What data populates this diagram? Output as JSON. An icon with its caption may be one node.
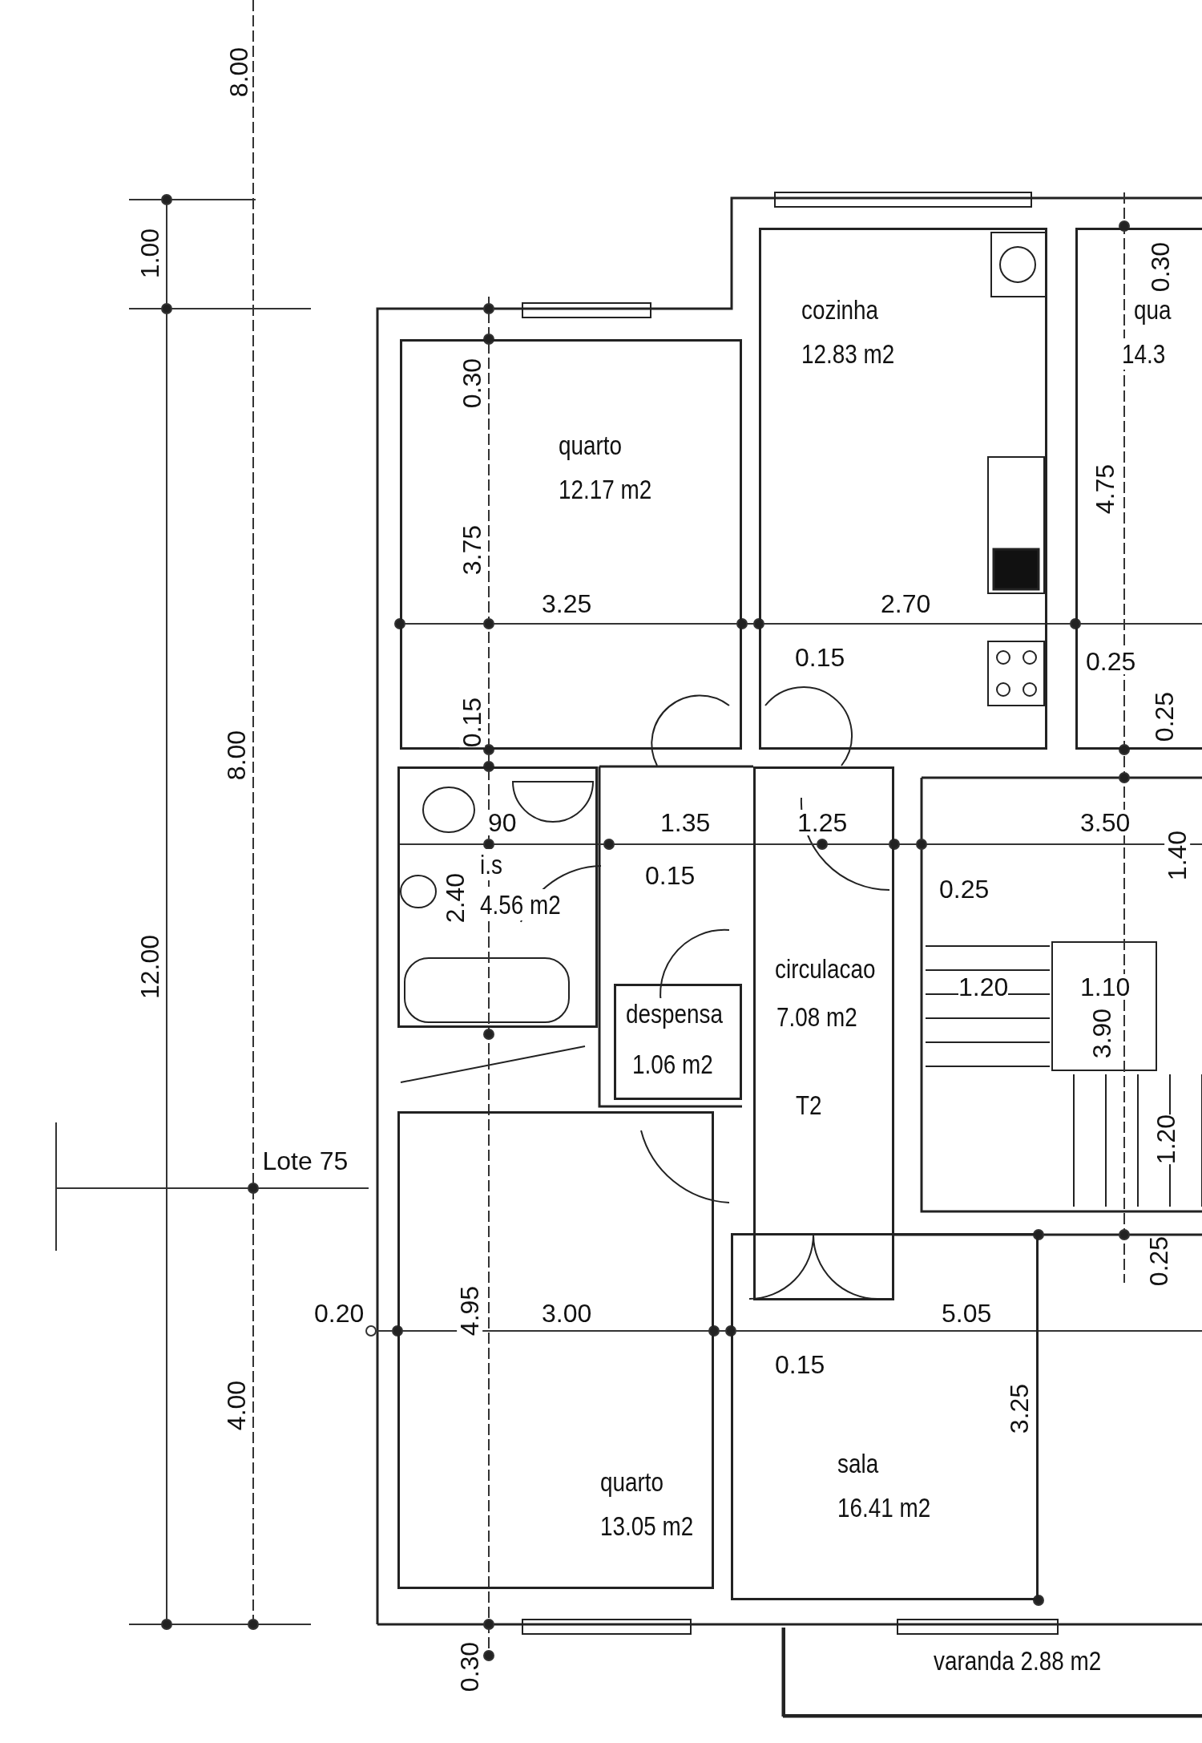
{
  "diagram": {
    "nodes": [
      {
        "text": [
          "quarto",
          "12.17 m2"
        ]
      },
      {
        "text": [
          "cozinha",
          "12.83 m2"
        ]
      },
      {
        "text": [
          "qua",
          "14.3"
        ]
      },
      {
        "text": [
          "i.s",
          "4.56 m2"
        ]
      },
      {
        "text": [
          "despensa",
          "1.06 m2"
        ]
      },
      {
        "text": [
          "circulacao",
          "7.08 m2",
          "T2"
        ]
      },
      {
        "text": [
          "quarto",
          "13.05 m2"
        ]
      },
      {
        "text": [
          "sala",
          "16.41 m2"
        ]
      },
      {
        "text": [
          "varanda 2.88 m2"
        ]
      }
    ],
    "edges": [],
    "labels": [
      "8.00",
      "1.00",
      "0.30",
      "0.30",
      "4.75",
      "3.75",
      "3.25",
      "2.70",
      "0.15",
      "0.25",
      "0.25",
      "8.00",
      "0.15",
      "90",
      "1.35",
      "1.25",
      "3.50",
      "1.40",
      "0.15",
      "2.40",
      "0.25",
      "12.00",
      "1.20",
      "1.10",
      "3.90",
      "1.20",
      "Lote 75",
      "0.25",
      "0.20",
      "4.95",
      "3.00",
      "5.05",
      "0.15",
      "4.00",
      "3.25",
      "0.30"
    ]
  }
}
